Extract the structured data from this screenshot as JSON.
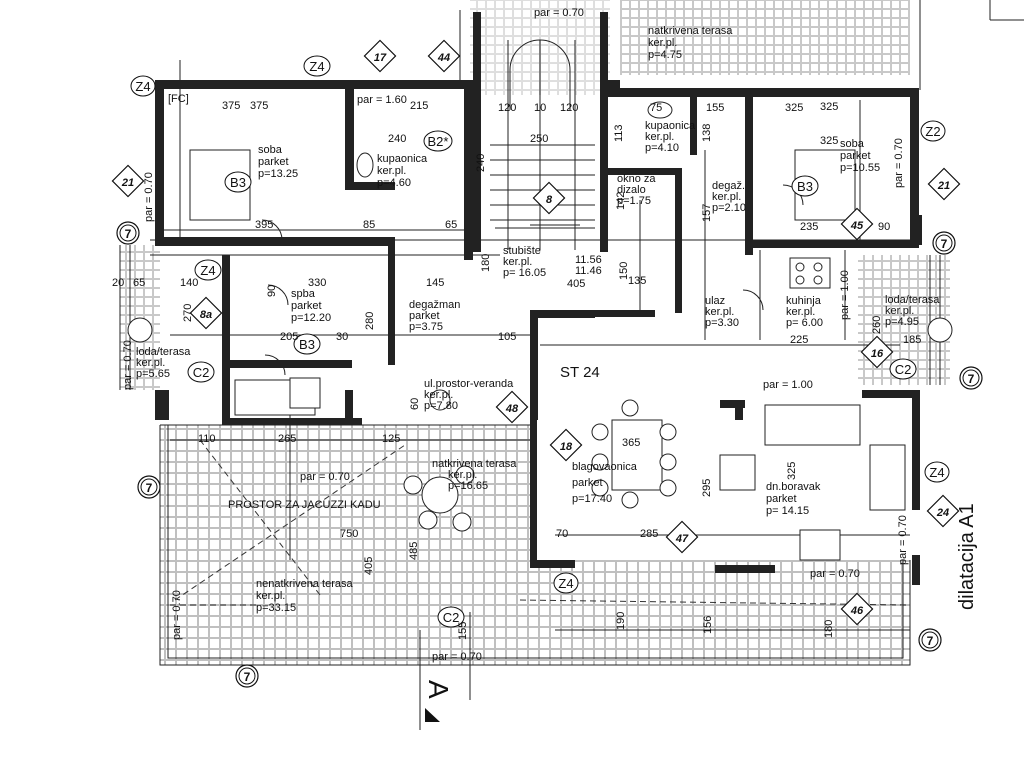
{
  "rooms": [
    {
      "id": "soba1",
      "lines": [
        "soba",
        "parket",
        "p=13.25"
      ]
    },
    {
      "id": "kupaonica1",
      "lines": [
        "kupaonica",
        "ker.pl.",
        "p=4.60"
      ]
    },
    {
      "id": "natkrivena_top",
      "lines": [
        "natkrivena terasa",
        "ker.pl.",
        "p=4.75"
      ]
    },
    {
      "id": "kupaonica2",
      "lines": [
        "kupaonica",
        "ker.pl.",
        "p=4.10"
      ]
    },
    {
      "id": "soba2",
      "lines": [
        "soba",
        "parket",
        "p=10.55"
      ]
    },
    {
      "id": "okno",
      "lines": [
        "okno za",
        "dizalo",
        "p=1.75"
      ]
    },
    {
      "id": "degaz_small",
      "lines": [
        "degaž.",
        "ker.pl.",
        "p=2.10"
      ]
    },
    {
      "id": "stubiste",
      "lines": [
        "stubište",
        "ker.pl.",
        "p= 16.05"
      ]
    },
    {
      "id": "soba3",
      "lines": [
        "spba",
        "parket",
        "p=12.20"
      ]
    },
    {
      "id": "degazman",
      "lines": [
        "degažman",
        "parket",
        "p=3.75"
      ]
    },
    {
      "id": "ulaz",
      "lines": [
        "ulaz",
        "ker.pl.",
        "p=3.30"
      ]
    },
    {
      "id": "kuhinja",
      "lines": [
        "kuhinja",
        "ker.pl.",
        "p= 6.00"
      ]
    },
    {
      "id": "loda_right",
      "lines": [
        "loda/terasa",
        "ker.pl.",
        "p=4.95"
      ]
    },
    {
      "id": "loda_left",
      "lines": [
        "loda/terasa",
        "ker.pl.",
        "p=5.65"
      ]
    },
    {
      "id": "ulprostor",
      "lines": [
        "ul.prostor-veranda",
        "ker.pl.",
        "p=7.80"
      ]
    },
    {
      "id": "natkrivena_mid",
      "lines": [
        "natkrivena terasa",
        "ker.pl.",
        "p=16.65"
      ]
    },
    {
      "id": "blagovaonica",
      "lines": [
        "blagovaonica",
        "parket",
        "p=17.40"
      ]
    },
    {
      "id": "boravak",
      "lines": [
        "dn.boravak",
        "parket",
        "p= 14.15"
      ]
    },
    {
      "id": "nenatkrivena",
      "lines": [
        "nenatkrivena terasa",
        "ker.pl.",
        "p=33.15"
      ]
    }
  ],
  "labels": {
    "unit": "ST 24",
    "jacuzzi": "PROSTOR ZA JACUZZI KADU",
    "dilatacija": "dilatacija A1",
    "section": "A",
    "stair_levels": [
      "11.56",
      "11.46"
    ]
  },
  "parapet_notes": [
    "par = 0.70",
    "par = 1.60",
    "par = 0.70",
    "par = 1.00",
    "par = 0.70",
    "par = 0.70",
    "par = 0.70",
    "par = 0.70",
    "par = 0.70",
    "par = 0.70",
    "par = 0.70",
    "par = 1.00"
  ],
  "zone_tags": [
    "Z4",
    "Z4",
    "Z2",
    "Z4",
    "Z4",
    "Z4",
    "B3",
    "B2*",
    "B3",
    "B3",
    "C2",
    "C2",
    "C2"
  ],
  "diamond_tags": [
    "17",
    "44",
    "21",
    "8",
    "21",
    "45",
    "8a",
    "16",
    "48",
    "18",
    "47",
    "24",
    "46"
  ],
  "circle_tags": [
    "7",
    "7",
    "7",
    "7",
    "7",
    "7"
  ],
  "dimensions": [
    "375",
    "375",
    "325",
    "395",
    "330",
    "140",
    "270",
    "205",
    "30",
    "240",
    "215",
    "120",
    "10",
    "120",
    "250",
    "240",
    "65",
    "145",
    "180",
    "405",
    "150",
    "75",
    "155",
    "113",
    "138",
    "325",
    "325",
    "235",
    "90",
    "225",
    "105",
    "110",
    "265",
    "125",
    "365",
    "285",
    "295",
    "325",
    "70",
    "750",
    "485",
    "405",
    "155",
    "190",
    "156",
    "180",
    "135",
    "142",
    "157",
    "90",
    "85",
    "20",
    "65",
    "60",
    "260",
    "185",
    "280"
  ]
}
